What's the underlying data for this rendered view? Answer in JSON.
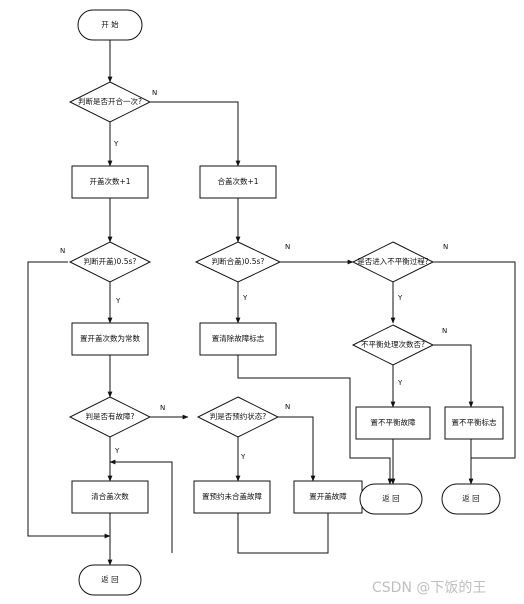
{
  "flowchart": {
    "nodes": {
      "start": "开  始",
      "d_open_once": "判断是否开合一次?",
      "open_count": "开盖次数+1",
      "close_count": "合盖次数+1",
      "d_open_05": "判断开盖)0.5s?",
      "d_close_05": "判断合盖)0.5s?",
      "d_unbalanced": "是否进入不平衡过程?",
      "set_open_normal": "置开盖次数为常数",
      "clear_unbalanced": "置清除故障标志",
      "d_unbalanced_count": "不平衡处理次数否?",
      "d_fault": "判是否有故障?",
      "d_expected_state": "判是否预约状态?",
      "set_no_unbalance": "置不平衡故障",
      "set_unbalance_flag": "置不平衡标志",
      "clear_close_count": "清合盖次数",
      "set_expected_fault": "置预约未合盖故障",
      "set_open_fault": "置开盖故障",
      "return_1": "返  回",
      "return_2": "返  回",
      "return_main": "返  回"
    },
    "edge_labels": {
      "n1": "N",
      "y1": "Y",
      "n2": "N",
      "y2": "Y",
      "n3": "N",
      "y3": "Y",
      "n4": "N",
      "y4": "Y",
      "n5": "N",
      "y5": "Y",
      "n6": "N",
      "y6": "Y",
      "n7": "N",
      "y7": "Y"
    }
  },
  "watermark": "CSDN @下饭的王"
}
